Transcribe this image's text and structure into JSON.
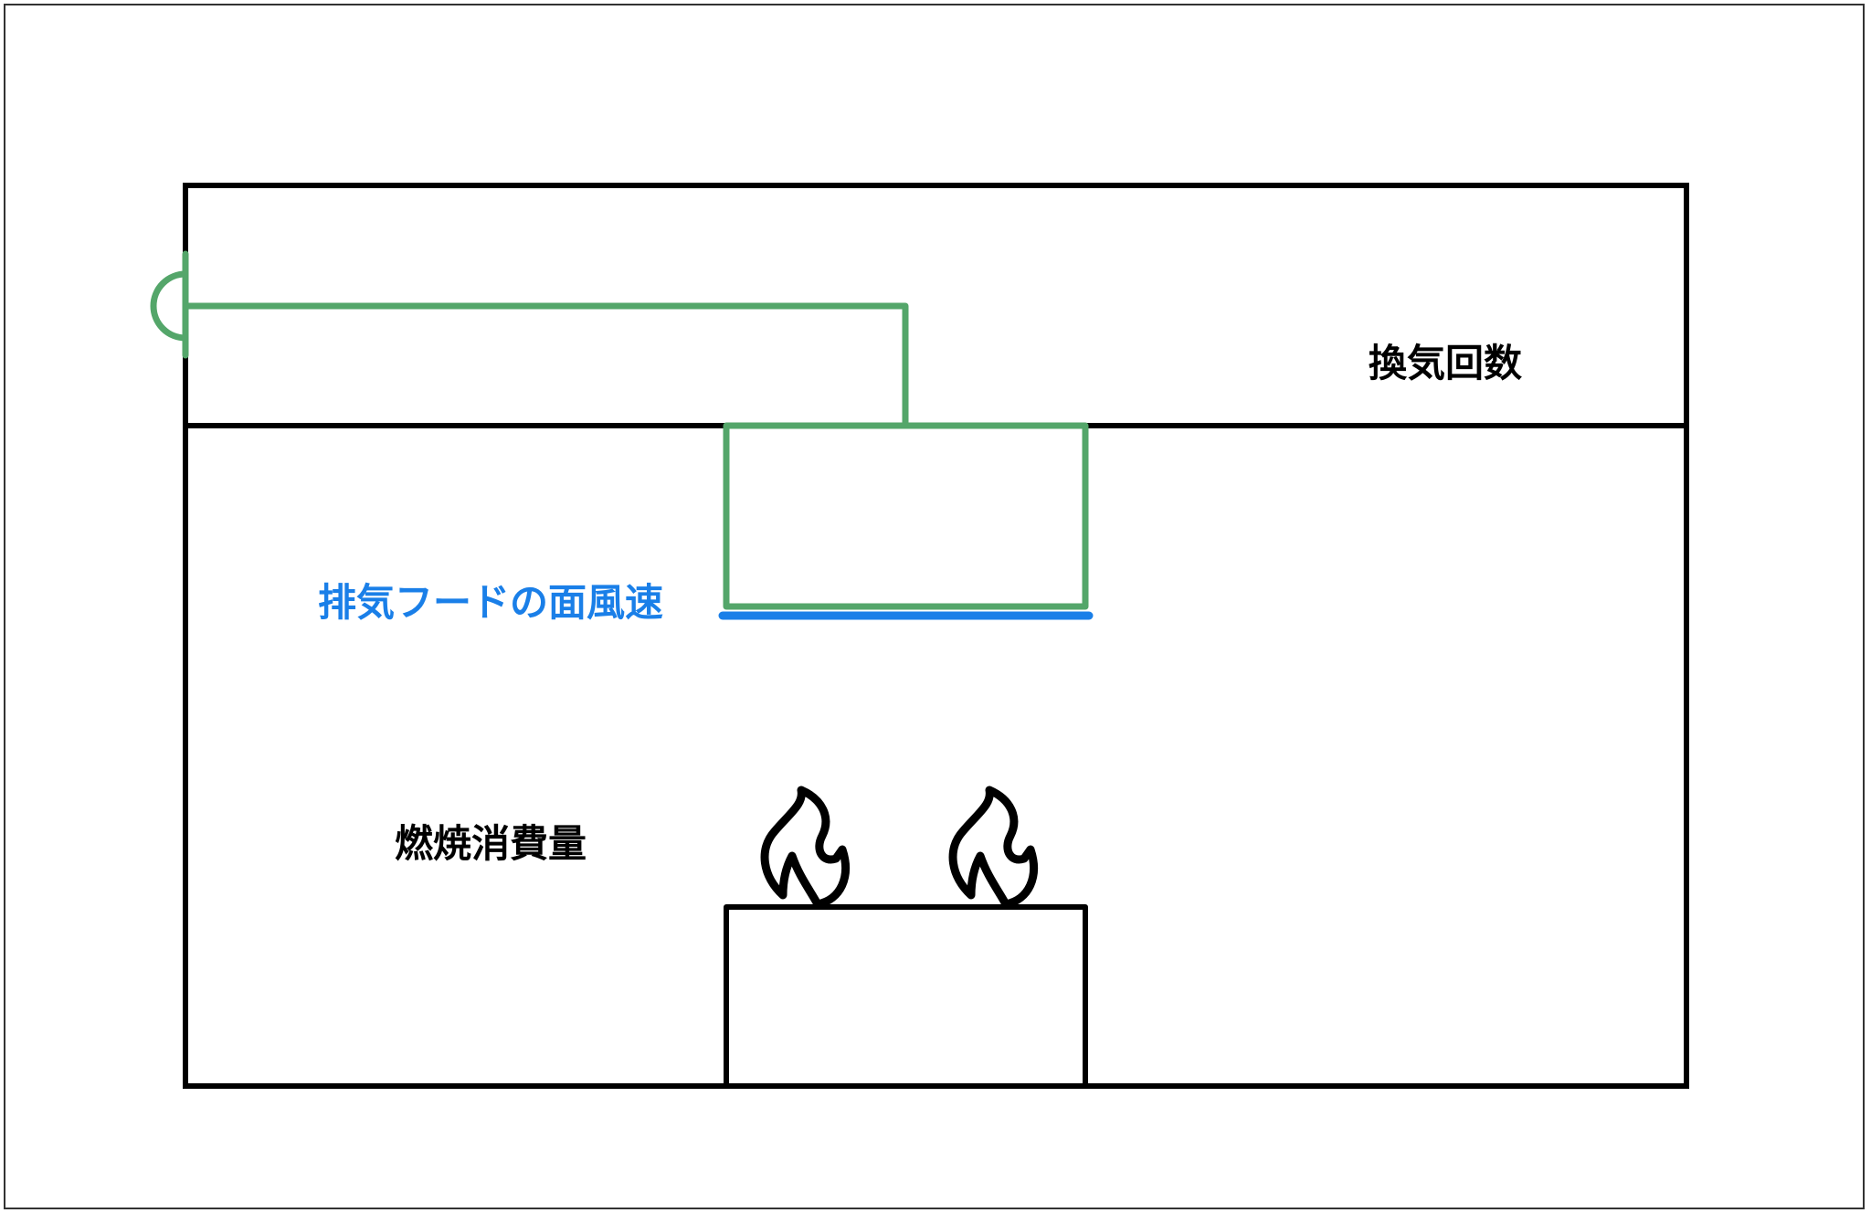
{
  "labels": {
    "air_changes": "換気回数",
    "hood_face_velocity": "排気フードの面風速",
    "combustion_consumption": "燃焼消費量"
  },
  "icons": [
    "flame-icon",
    "flame-icon",
    "wall-outlet-icon"
  ],
  "colors": {
    "outline": "#000000",
    "duct": "#54a66a",
    "hood_face": "#1a7fe8",
    "hood_label": "#1a7fe8"
  }
}
